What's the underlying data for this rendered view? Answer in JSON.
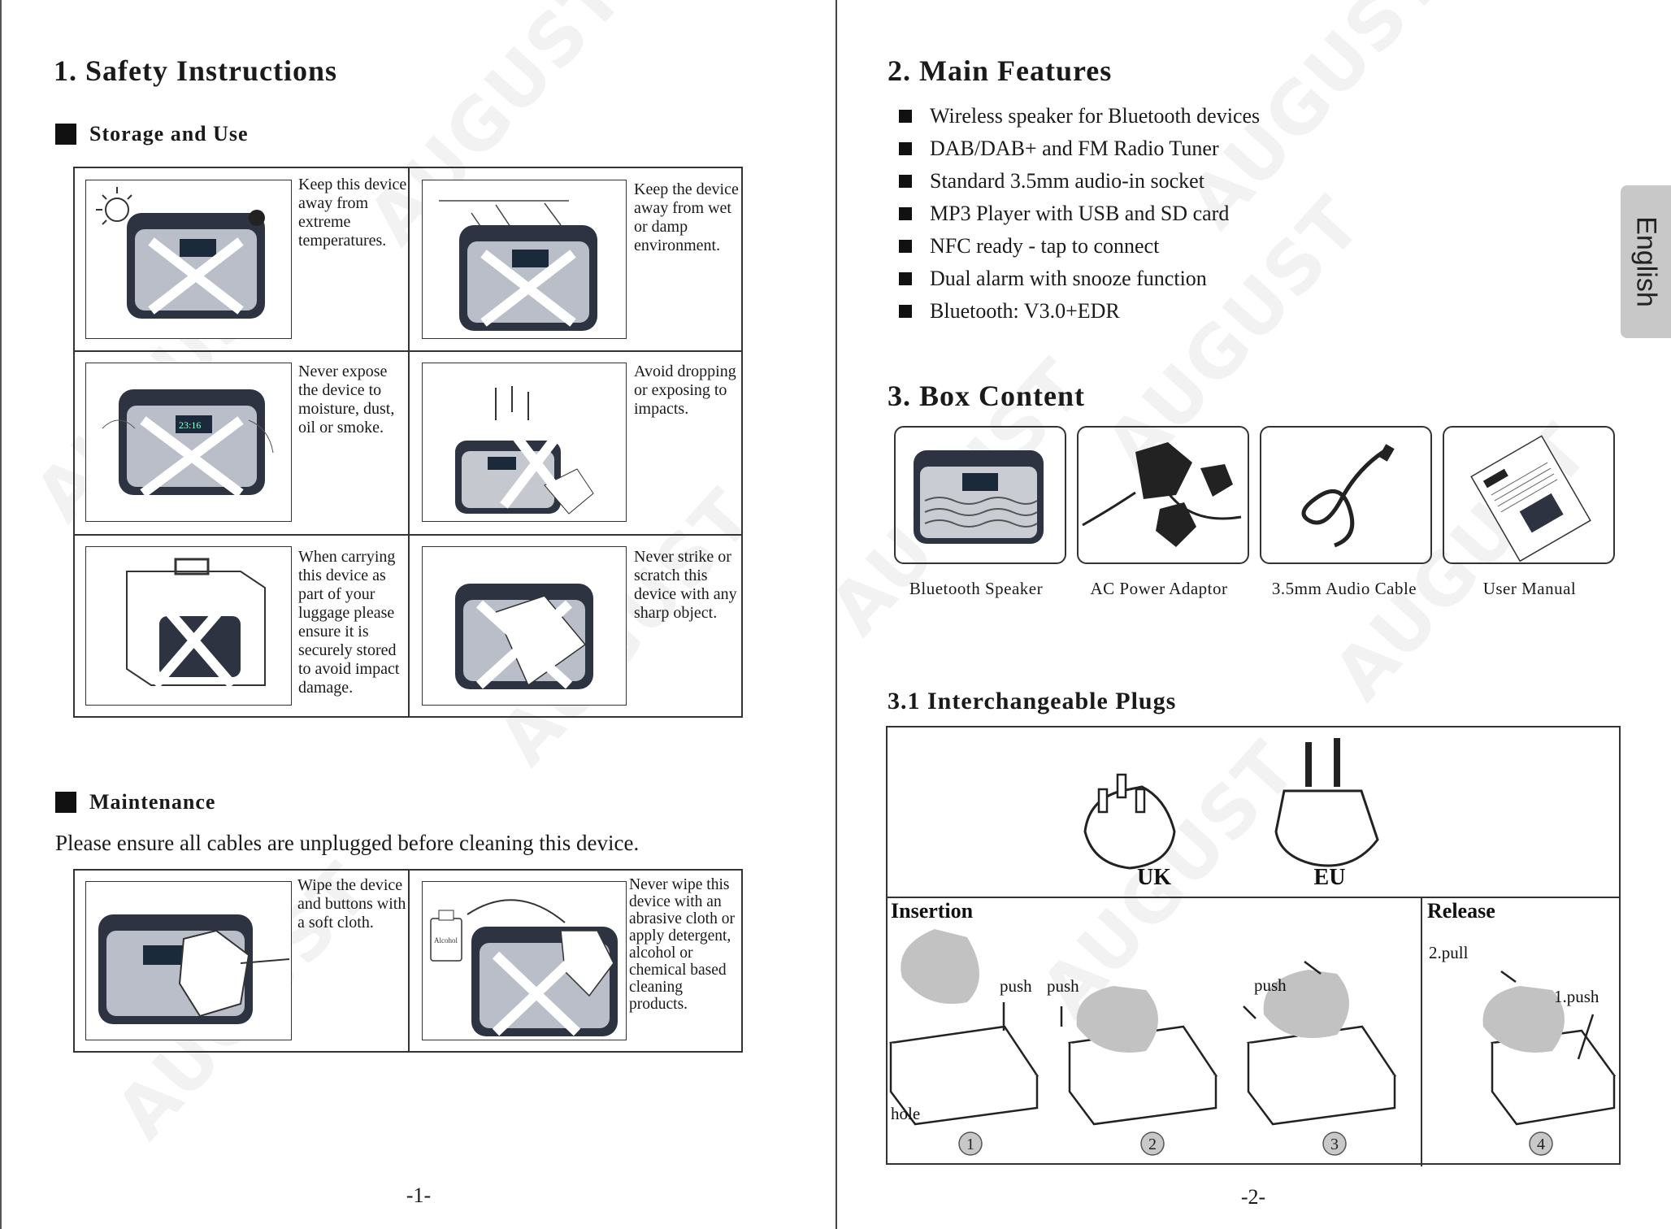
{
  "left_page": {
    "title": "1. Safety Instructions",
    "storage_heading": "Storage and Use",
    "storage_cells": [
      "Keep this device away from extreme temperatures.",
      "Keep the device away from wet or damp environment.",
      "Never expose the device to moisture, dust, oil or smoke.",
      "Avoid dropping or exposing to impacts.",
      "When carrying this device as part of your luggage please ensure it is securely stored to avoid impact damage.",
      "Never strike or scratch this device with any sharp object."
    ],
    "maintenance_heading": "Maintenance",
    "maintenance_text": "Please ensure all cables are unplugged before cleaning this device.",
    "maintenance_cells": [
      "Wipe the device and buttons with a soft cloth.",
      "Never wipe this device with an abrasive cloth or apply detergent, alcohol or chemical based cleaning products."
    ],
    "alcohol_label": "Alcohol",
    "display_readout": "23:16",
    "page_number": "-1-"
  },
  "right_page": {
    "features_title": "2. Main Features",
    "features": [
      "Wireless speaker for Bluetooth devices",
      "DAB/DAB+ and FM Radio Tuner",
      "Standard 3.5mm audio-in socket",
      "MP3 Player with USB and SD card",
      "NFC ready - tap to connect",
      "Dual alarm with snooze function",
      "Bluetooth: V3.0+EDR"
    ],
    "box_title": "3. Box Content",
    "box_items": [
      "Bluetooth Speaker",
      "AC Power Adaptor",
      "3.5mm Audio Cable",
      "User Manual"
    ],
    "plugs_title": "3.1 Interchangeable Plugs",
    "plug_uk": "UK",
    "plug_eu": "EU",
    "insertion_label": "Insertion",
    "release_label": "Release",
    "push_label": "push",
    "pull_label": "2.pull",
    "push1_label": "1.push",
    "hole_label": "hole",
    "step_numbers": [
      "1",
      "2",
      "3",
      "4"
    ],
    "page_number": "-2-",
    "language_tab": "English"
  },
  "watermark": "AUGUST"
}
